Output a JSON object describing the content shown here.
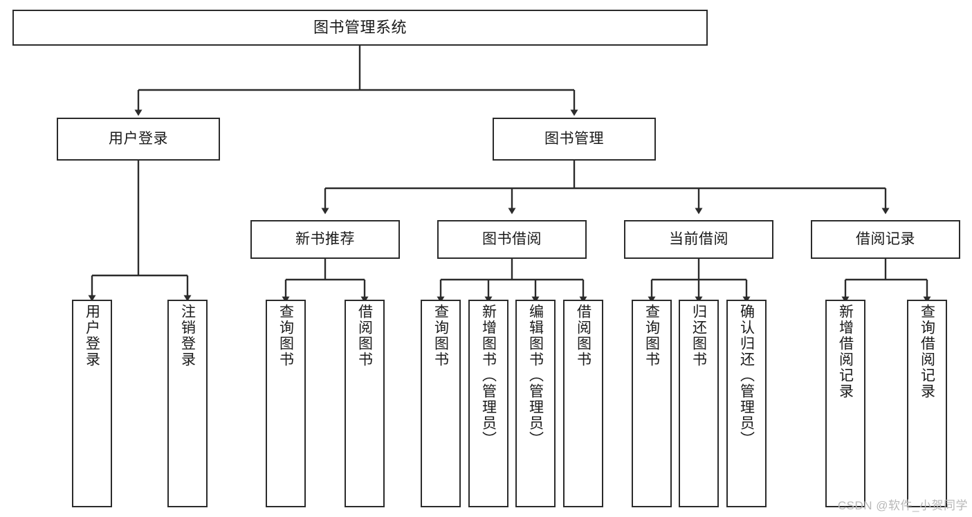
{
  "diagram": {
    "type": "tree-hierarchy-flowchart",
    "title_node": {
      "label": "图书管理系统"
    },
    "level2": [
      {
        "id": "user-login",
        "label": "用户登录"
      },
      {
        "id": "book-management",
        "label": "图书管理"
      }
    ],
    "level3": [
      {
        "id": "new-book-recommend",
        "label": "新书推荐"
      },
      {
        "id": "book-borrow",
        "label": "图书借阅"
      },
      {
        "id": "current-borrow",
        "label": "当前借阅"
      },
      {
        "id": "borrow-record",
        "label": "借阅记录"
      }
    ],
    "leaves": [
      {
        "id": "leaf-user-login",
        "label": "用户登录",
        "parent": "user-login"
      },
      {
        "id": "leaf-logout-login",
        "label": "注销登录",
        "parent": "user-login"
      },
      {
        "id": "leaf-query-book-1",
        "label": "查询图书",
        "parent": "new-book-recommend"
      },
      {
        "id": "leaf-borrow-book-1",
        "label": "借阅图书",
        "parent": "new-book-recommend"
      },
      {
        "id": "leaf-query-book-2",
        "label": "查询图书",
        "parent": "book-borrow"
      },
      {
        "id": "leaf-add-book",
        "label": "新增图书（管理员）",
        "parent": "book-borrow"
      },
      {
        "id": "leaf-edit-book",
        "label": "编辑图书（管理员）",
        "parent": "book-borrow"
      },
      {
        "id": "leaf-borrow-book-2",
        "label": "借阅图书",
        "parent": "book-borrow"
      },
      {
        "id": "leaf-query-book-3",
        "label": "查询图书",
        "parent": "current-borrow"
      },
      {
        "id": "leaf-return-book",
        "label": "归还图书",
        "parent": "current-borrow"
      },
      {
        "id": "leaf-confirm-return",
        "label": "确认归还（管理员）",
        "parent": "current-borrow"
      },
      {
        "id": "leaf-add-record",
        "label": "新增借阅记录",
        "parent": "borrow-record"
      },
      {
        "id": "leaf-query-record",
        "label": "查询借阅记录",
        "parent": "borrow-record"
      }
    ],
    "watermark": "CSDN @软件_小贺同学",
    "colors": {
      "border": "#2b2b2b",
      "text": "#1a1a1a",
      "background": "#ffffff",
      "connector": "#2b2b2b",
      "watermark": "#b8b8b8"
    }
  }
}
